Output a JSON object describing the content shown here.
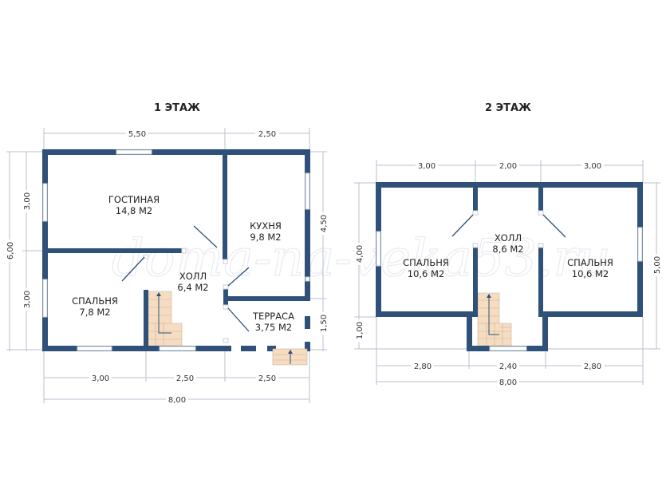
{
  "floor1": {
    "title": "1 ЭТАЖ",
    "rooms": [
      {
        "name": "ГОСТИНАЯ",
        "area": "14,8 М2"
      },
      {
        "name": "КУХНЯ",
        "area": "9,8 М2"
      },
      {
        "name": "ХОЛЛ",
        "area": "6,4 М2"
      },
      {
        "name": "СПАЛЬНЯ",
        "area": "7,8 М2"
      },
      {
        "name": "ТЕРРАСА",
        "area": "3,75 М2"
      }
    ],
    "dims": {
      "top": [
        "5,50",
        "2,50"
      ],
      "bottom": [
        "3,00",
        "2,50",
        "2,50"
      ],
      "total": "8,00",
      "left": [
        "3,00",
        "3,00"
      ],
      "left_total": "6,00",
      "right": [
        "4,50",
        "1,50"
      ]
    }
  },
  "floor2": {
    "title": "2 ЭТАЖ",
    "rooms": [
      {
        "name": "СПАЛЬНЯ",
        "area": "10,6 М2"
      },
      {
        "name": "ХОЛЛ",
        "area": "8,6 М2"
      },
      {
        "name": "СПАЛЬНЯ",
        "area": "10,6 М2"
      }
    ],
    "dims": {
      "top": [
        "3,00",
        "2,00",
        "3,00"
      ],
      "bottom": [
        "2,80",
        "2,40",
        "2,80"
      ],
      "total": "8,00",
      "left": [
        "4,00",
        "1,00"
      ],
      "right_total": "5,00"
    }
  },
  "watermark": "doma-na-veka53.ru",
  "colors": {
    "wall": "#2f5079",
    "stair": "#f6dcc0"
  }
}
